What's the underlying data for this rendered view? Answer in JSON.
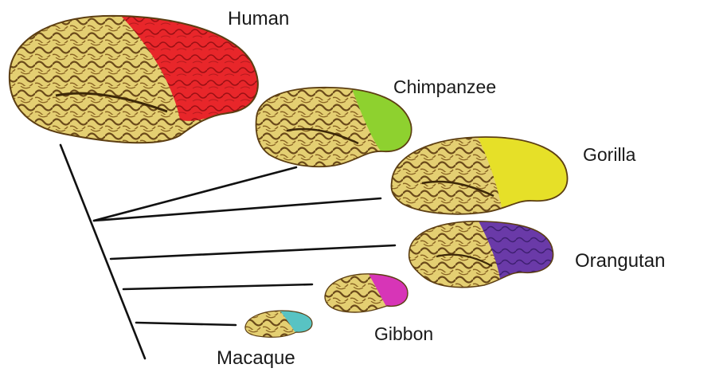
{
  "diagram": {
    "species": [
      {
        "id": "human",
        "name": "Human",
        "frontal_color": "#e8262a"
      },
      {
        "id": "chimpanzee",
        "name": "Chimpanzee",
        "frontal_color": "#8ed12f"
      },
      {
        "id": "gorilla",
        "name": "Gorilla",
        "frontal_color": "#e6e028"
      },
      {
        "id": "orangutan",
        "name": "Orangutan",
        "frontal_color": "#6a3aa8"
      },
      {
        "id": "gibbon",
        "name": "Gibbon",
        "frontal_color": "#d735b7"
      },
      {
        "id": "macaque",
        "name": "Macaque",
        "frontal_color": "#58c3c3"
      }
    ],
    "colors": {
      "cortex": "#e4cf72",
      "sulcus": "#6b4a1a",
      "tree_line": "#111111",
      "background": "#ffffff"
    }
  }
}
